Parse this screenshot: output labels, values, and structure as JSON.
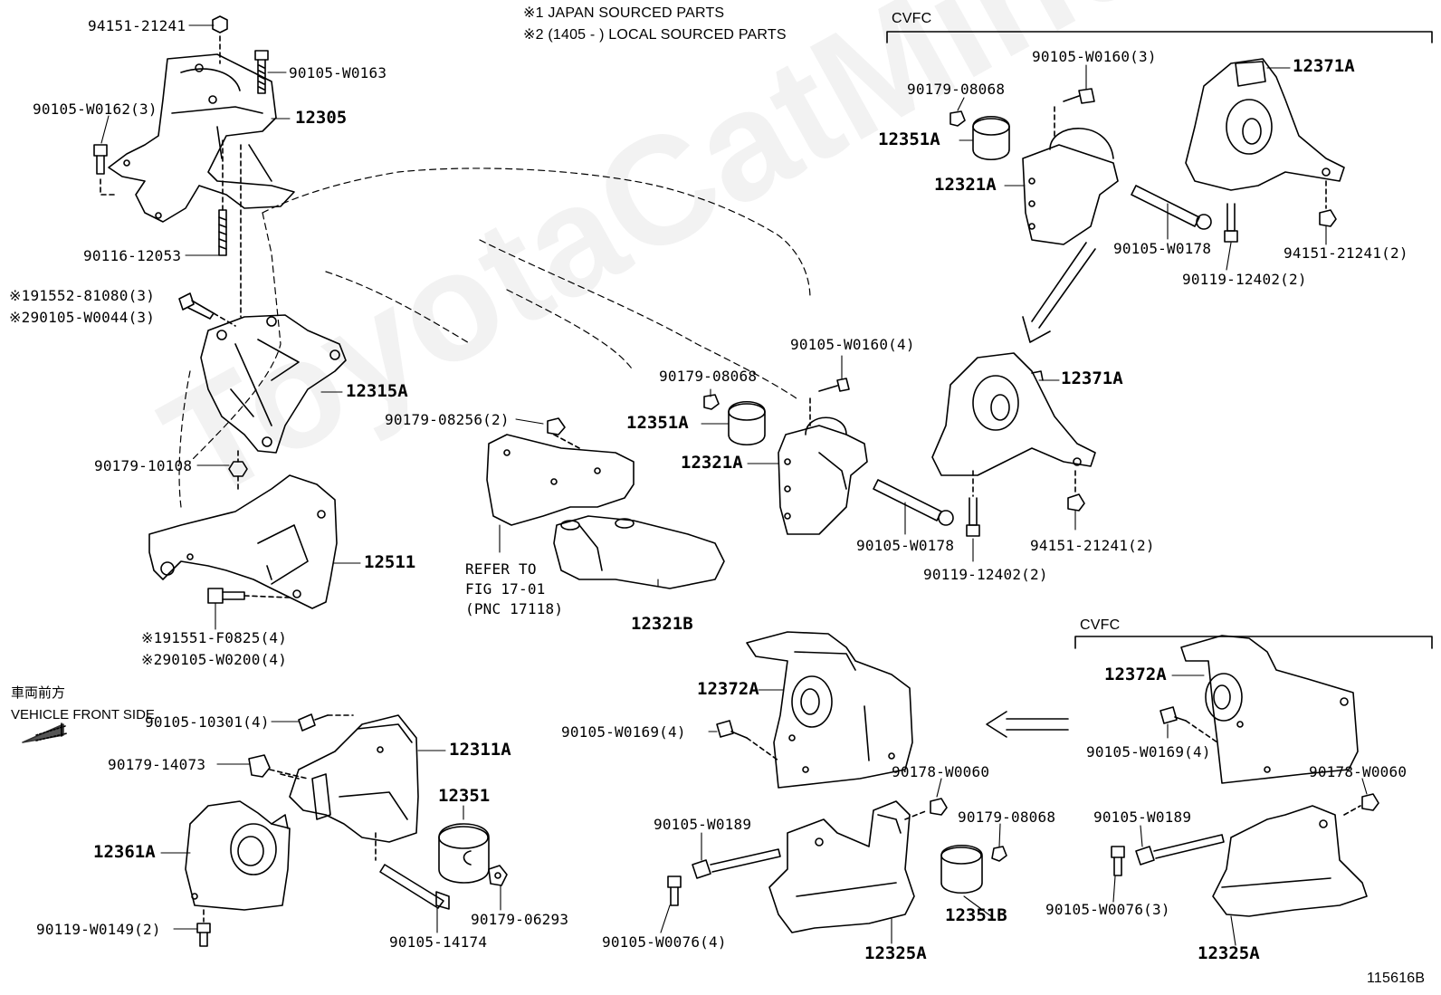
{
  "notes": {
    "line1": "※1 JAPAN SOURCED PARTS",
    "line2": "※2 (1405 -        ) LOCAL SOURCED PARTS"
  },
  "groups": {
    "cvfc_top": "CVFC",
    "cvfc_bottom": "CVFC"
  },
  "direction": {
    "jp": "車両前方",
    "en": "VEHICLE FRONT SIDE"
  },
  "watermark": "ToyotaCatMine.ru",
  "figure_id": "115616B",
  "refer": {
    "line1": "REFER TO",
    "line2": "FIG 17-01",
    "line3": "(PNC 17118)"
  },
  "labels": {
    "p94151_21241": "94151-21241",
    "p90105_W0163": "90105-W0163",
    "p90105_W0162": "90105-W0162(3)",
    "p12305": "12305",
    "p90116_12053": "90116-12053",
    "p191552": "※191552-81080(3)",
    "p290105_W0044": "※290105-W0044(3)",
    "p12315A": "12315A",
    "p90179_10108": "90179-10108",
    "p12511": "12511",
    "p191551": "※191551-F0825(4)",
    "p290105_W0200": "※290105-W0200(4)",
    "p90105_10301": "90105-10301(4)",
    "p90179_14073": "90179-14073",
    "p12311A": "12311A",
    "p12351": "12351",
    "p12361A": "12361A",
    "p90119_W0149": "90119-W0149(2)",
    "p90105_14174": "90105-14174",
    "p90179_06293": "90179-06293",
    "p90179_08256": "90179-08256(2)",
    "p12321B": "12321B",
    "p90179_08068_m": "90179-08068",
    "p12351A_m": "12351A",
    "p12321A_m": "12321A",
    "p90105_W0160_m": "90105-W0160(4)",
    "p12371A_m": "12371A",
    "p90105_W0178_m": "90105-W0178",
    "p94151_21241_m": "94151-21241(2)",
    "p90119_12402_m": "90119-12402(2)",
    "p90105_W0160_t": "90105-W0160(3)",
    "p90179_08068_t": "90179-08068",
    "p12371A_t": "12371A",
    "p12351A_t": "12351A",
    "p12321A_t": "12321A",
    "p90105_W0178_t": "90105-W0178",
    "p94151_21241_t": "94151-21241(2)",
    "p90119_12402_t": "90119-12402(2)",
    "p12372A_m": "12372A",
    "p90105_W0169_m": "90105-W0169(4)",
    "p90178_W0060_m": "90178-W0060",
    "p90105_W0189_m": "90105-W0189",
    "p90179_08068_b": "90179-08068",
    "p90105_W0076_m": "90105-W0076(4)",
    "p12351B": "12351B",
    "p12325A_m": "12325A",
    "p12372A_r": "12372A",
    "p90105_W0169_r": "90105-W0169(4)",
    "p90178_W0060_r": "90178-W0060",
    "p90105_W0189_r": "90105-W0189",
    "p90105_W0076_r": "90105-W0076(3)",
    "p12325A_r": "12325A"
  }
}
